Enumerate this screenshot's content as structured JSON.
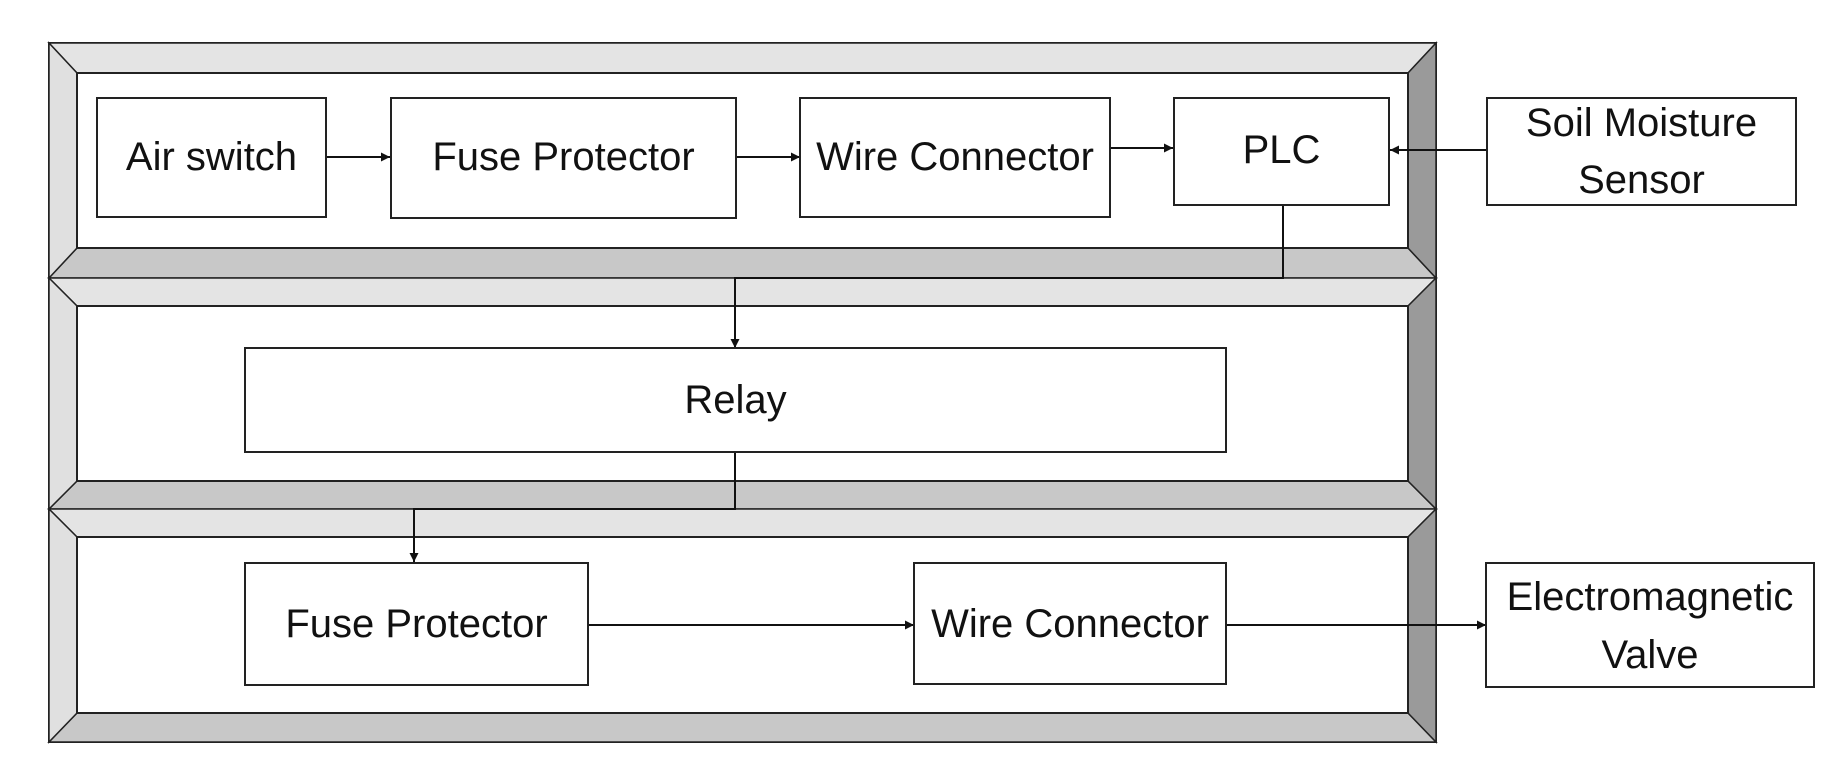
{
  "diagram": {
    "panel_row_1": {
      "air_switch": "Air switch",
      "fuse_protector": "Fuse Protector",
      "wire_connector": "Wire Connector",
      "plc": "PLC"
    },
    "panel_row_2": {
      "relay": "Relay"
    },
    "panel_row_3": {
      "fuse_protector": "Fuse Protector",
      "wire_connector": "Wire Connector"
    },
    "external": {
      "soil_moisture_sensor_line1": "Soil Moisture",
      "soil_moisture_sensor_line2": "Sensor",
      "electromagnetic_valve_line1": "Electromagnetic",
      "electromagnetic_valve_line2": "Valve"
    }
  }
}
